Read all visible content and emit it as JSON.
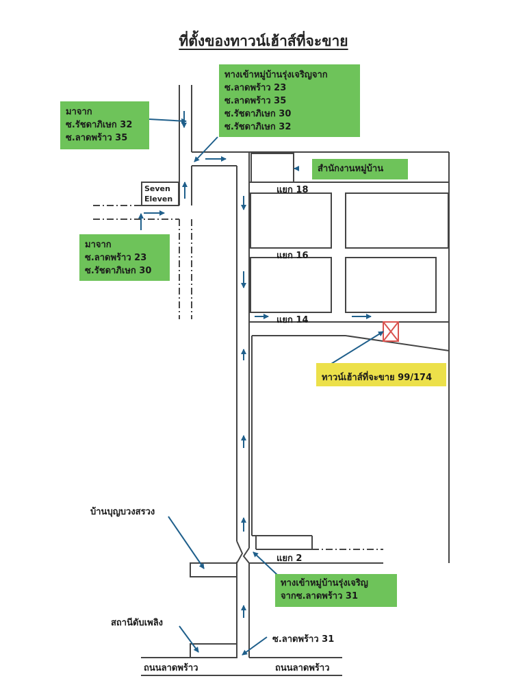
{
  "title": "ที่ตั้งของทาวน์เฮ้าส์ที่จะขาย",
  "entrance_box": {
    "lines": [
      "ทางเข้าหมู่บ้านรุ่งเจริญจาก",
      "ซ.ลาดพร้าว 23",
      "ซ.ลาดพร้าว 35",
      "ซ.รัชดาภิเษก 30",
      "ซ.รัชดาภิเษก 32"
    ]
  },
  "from_box_1": {
    "lines": [
      "มาจาก",
      "ซ.รัชดาภิเษก 32",
      "ซ.ลาดพร้าว 35"
    ]
  },
  "from_box_2": {
    "lines": [
      "มาจาก",
      "ซ.ลาดพร้าว 23",
      "ซ.รัชดาภิเษก 30"
    ]
  },
  "village_office": "สำนักงานหมู่บ้าน",
  "seven_eleven": {
    "line1": "Seven",
    "line2": "Eleven"
  },
  "junctions": {
    "j18": "แยก 18",
    "j16": "แยก 16",
    "j14": "แยก 14",
    "j2": "แยก 2"
  },
  "townhouse_label": "ทาวน์เฮ้าส์ที่จะขาย 99/174",
  "landmark_1": "บ้านบุญบวงสรวง",
  "entrance_box_2": {
    "lines": [
      "ทางเข้าหมู่บ้านรุ่งเจริญ",
      "จากซ.ลาดพร้าว 31"
    ]
  },
  "fire_station": "สถานีดับเพลิง",
  "soi_31": "ซ.ลาดพร้าว 31",
  "main_road_left": "ถนนลาดพร้าว",
  "main_road_right": "ถนนลาดพร้าว",
  "colors": {
    "green": "#6ec35a",
    "yellow": "#ece04a",
    "arrow": "#1f5f8b",
    "line": "#444444",
    "marker": "#d9534f"
  }
}
